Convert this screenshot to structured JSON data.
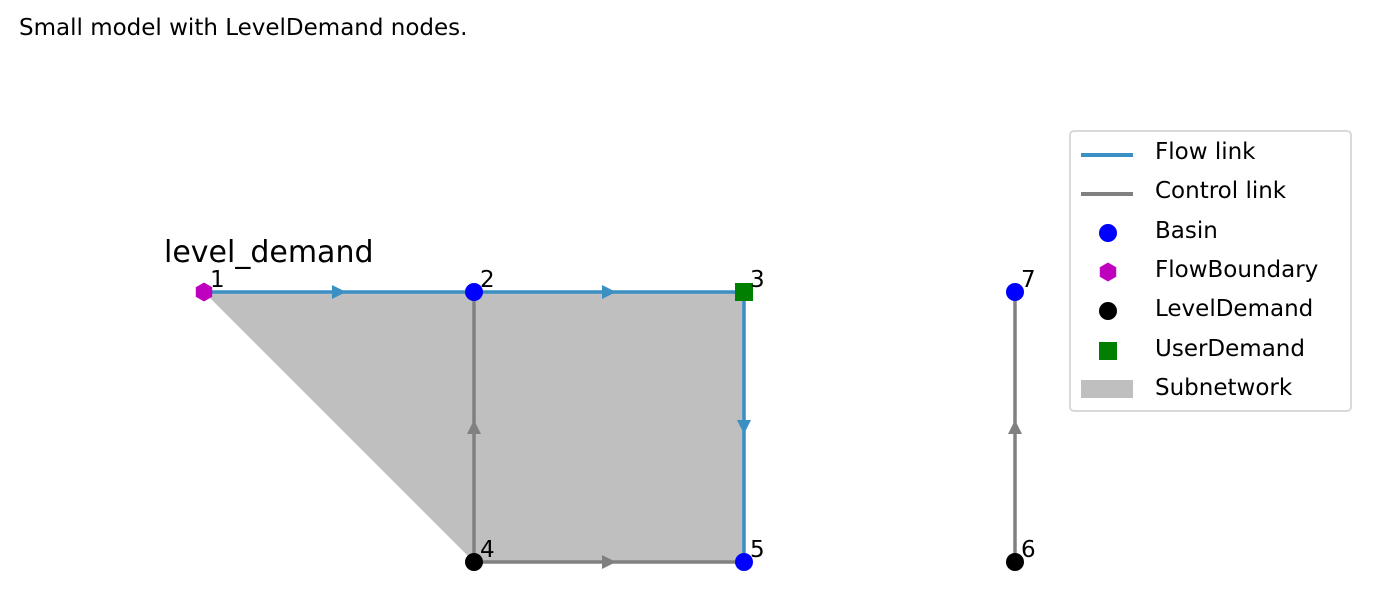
{
  "title": "Small model with LevelDemand nodes.",
  "subnetwork_label": "level_demand",
  "colors": {
    "flow_link": "#3a8fc3",
    "control_link": "#808080",
    "basin": "#0000ff",
    "flow_boundary": "#bf00bf",
    "level_demand": "#000000",
    "user_demand": "#007f00",
    "subnetwork": "#bfbfbf"
  },
  "nodes": [
    {
      "id": "1",
      "type": "FlowBoundary",
      "shape": "hexagon-icon"
    },
    {
      "id": "2",
      "type": "Basin",
      "shape": "circle-icon"
    },
    {
      "id": "3",
      "type": "UserDemand",
      "shape": "square-icon"
    },
    {
      "id": "4",
      "type": "LevelDemand",
      "shape": "circle-icon"
    },
    {
      "id": "5",
      "type": "Basin",
      "shape": "circle-icon"
    },
    {
      "id": "6",
      "type": "LevelDemand",
      "shape": "circle-icon"
    },
    {
      "id": "7",
      "type": "Basin",
      "shape": "circle-icon"
    }
  ],
  "links": [
    {
      "from": "1",
      "to": "2",
      "kind": "flow"
    },
    {
      "from": "2",
      "to": "3",
      "kind": "flow"
    },
    {
      "from": "3",
      "to": "5",
      "kind": "flow"
    },
    {
      "from": "4",
      "to": "2",
      "kind": "control"
    },
    {
      "from": "4",
      "to": "5",
      "kind": "control"
    },
    {
      "from": "6",
      "to": "7",
      "kind": "control"
    }
  ],
  "legend": [
    {
      "label": "Flow link",
      "marker": "line",
      "color": "#3a8fc3"
    },
    {
      "label": "Control link",
      "marker": "line",
      "color": "#808080"
    },
    {
      "label": "Basin",
      "marker": "dot",
      "color": "#0000ff"
    },
    {
      "label": "FlowBoundary",
      "marker": "hexagon",
      "color": "#bf00bf"
    },
    {
      "label": "LevelDemand",
      "marker": "dot",
      "color": "#000000"
    },
    {
      "label": "UserDemand",
      "marker": "square",
      "color": "#007f00"
    },
    {
      "label": "Subnetwork",
      "marker": "patch",
      "color": "#bfbfbf"
    }
  ]
}
